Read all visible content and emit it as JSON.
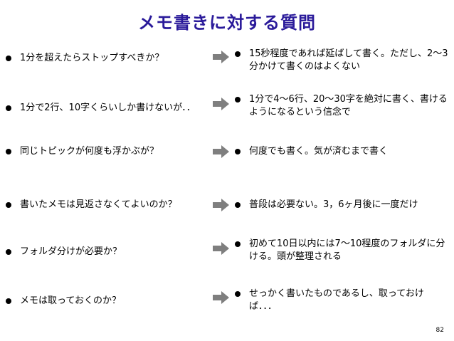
{
  "title": "メモ書きに対する質問",
  "arrow_color": "#7f7f7f",
  "title_color": "#2a1a9a",
  "rows": [
    {
      "question": "1分を超えたらストップすべきか？",
      "answer": "15秒程度であれば延ばして書く。ただし、2〜3分かけて書くのはよくない"
    },
    {
      "question": "1分で2行、10字くらいしか書けないが．．",
      "answer": "1分で4〜6行、20〜30字を絶対に書く、書けるようになるという信念で"
    },
    {
      "question": "同じトピックが何度も浮かぶが？",
      "answer": "何度でも書く。気が済むまで書く"
    },
    {
      "question": "書いたメモは見返さなくてよいのか？",
      "answer": "普段は必要ない。3，6ヶ月後に一度だけ"
    },
    {
      "question": "フォルダ分けが必要か？",
      "answer": "初めて10日以内には7〜10程度のフォルダに分ける。頭が整理される"
    },
    {
      "question": "メモは取っておくのか？",
      "answer": "せっかく書いたものであるし、取っておけば．．．"
    }
  ],
  "page_number": "82"
}
